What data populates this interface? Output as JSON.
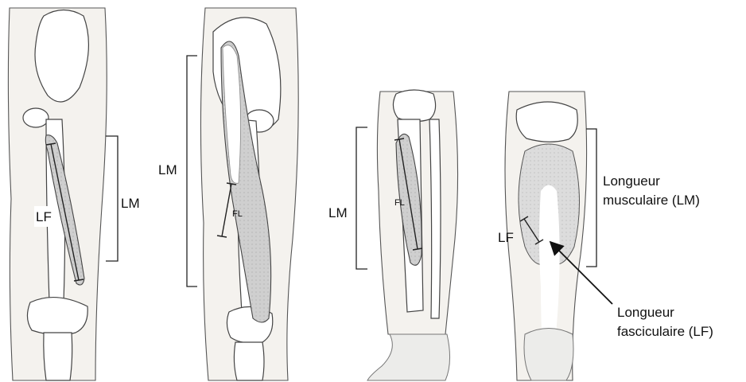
{
  "panels": [
    {
      "muscle_length_label": "LM",
      "fascicle_length_label": "LF"
    },
    {
      "muscle_length_label": "LM",
      "fascicle_length_label": "FL"
    },
    {
      "muscle_length_label": "LM",
      "fascicle_length_label": "FL"
    },
    {
      "fascicle_length_label": "LF",
      "muscle_length_label_line1": "Longueur",
      "muscle_length_label_line2": "musculaire (LM)",
      "fascicle_callout_line1": "Longueur",
      "fascicle_callout_line2": "fasciculaire (LF)"
    }
  ]
}
